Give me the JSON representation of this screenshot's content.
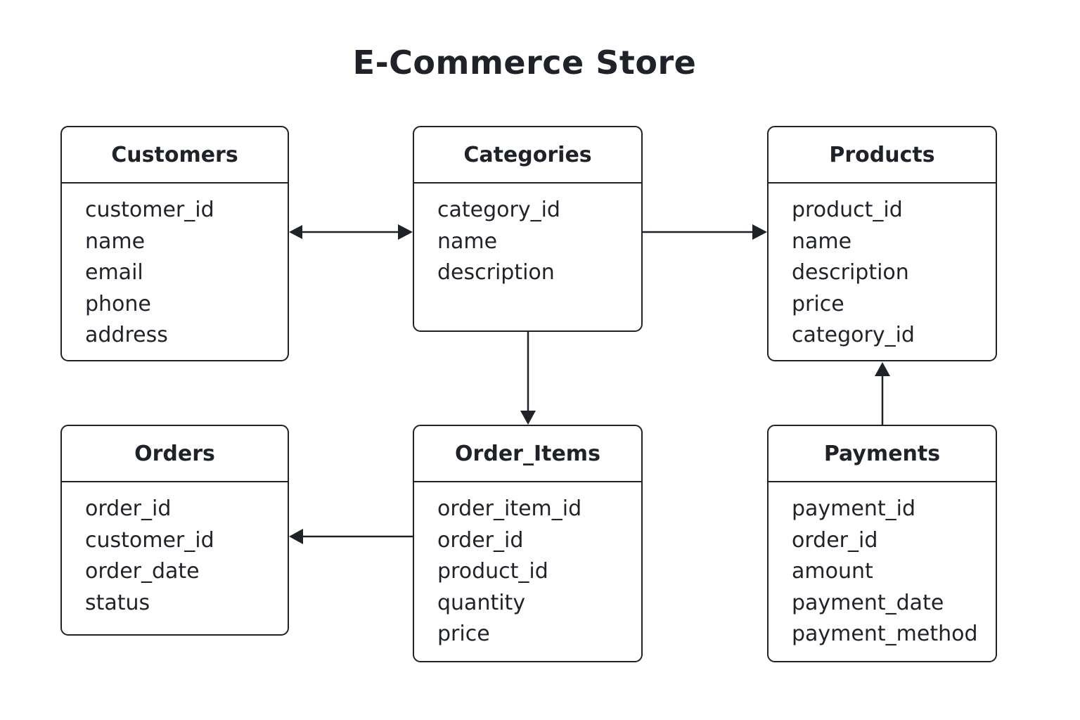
{
  "title": "E-Commerce Store",
  "entities": {
    "customers": {
      "name": "Customers",
      "fields": [
        "customer_id",
        "name",
        "email",
        "phone",
        "address"
      ]
    },
    "categories": {
      "name": "Categories",
      "fields": [
        "category_id",
        "name",
        "description"
      ]
    },
    "products": {
      "name": "Products",
      "fields": [
        "product_id",
        "name",
        "description",
        "price",
        "category_id"
      ]
    },
    "orders": {
      "name": "Orders",
      "fields": [
        "order_id",
        "customer_id",
        "order_date",
        "status"
      ]
    },
    "order_items": {
      "name": "Order_Items",
      "fields": [
        "order_item_id",
        "order_id",
        "product_id",
        "quantity",
        "price"
      ]
    },
    "payments": {
      "name": "Payments",
      "fields": [
        "payment_id",
        "order_id",
        "amount",
        "payment_date",
        "payment_method"
      ]
    }
  },
  "relationships": [
    {
      "from": "customers",
      "to": "categories",
      "direction": "both"
    },
    {
      "from": "categories",
      "to": "products",
      "direction": "forward"
    },
    {
      "from": "categories",
      "to": "order_items",
      "direction": "forward"
    },
    {
      "from": "payments",
      "to": "products",
      "direction": "forward"
    },
    {
      "from": "order_items",
      "to": "orders",
      "direction": "forward"
    }
  ],
  "colors": {
    "line": "#1f2329",
    "background": "#ffffff"
  }
}
